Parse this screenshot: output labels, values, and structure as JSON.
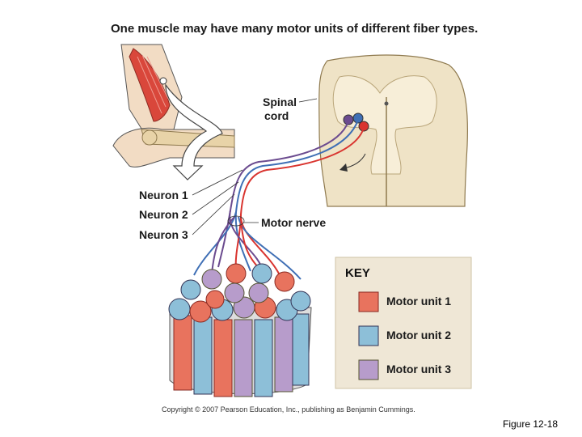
{
  "title": "One muscle may have many motor units of different fiber types.",
  "labels": {
    "spinal_cord_line1": "Spinal",
    "spinal_cord_line2": "cord",
    "neuron1": "Neuron 1",
    "neuron2": "Neuron 2",
    "neuron3": "Neuron 3",
    "motor_nerve": "Motor nerve"
  },
  "key": {
    "title": "KEY",
    "items": [
      {
        "label": "Motor unit 1",
        "color": "#e8735e"
      },
      {
        "label": "Motor unit 2",
        "color": "#8dbfd8"
      },
      {
        "label": "Motor unit 3",
        "color": "#b79ccb"
      }
    ]
  },
  "colors": {
    "nerve_red": "#d9342f",
    "nerve_blue": "#3f6fb5",
    "nerve_purple": "#6b4b8f",
    "spinal_cord": "#efe3c6",
    "key_bg": "#efe7d6"
  },
  "copyright": "Copyright © 2007 Pearson Education, Inc., publishing as Benjamin Cummings.",
  "figure_label": "Figure 12-18"
}
